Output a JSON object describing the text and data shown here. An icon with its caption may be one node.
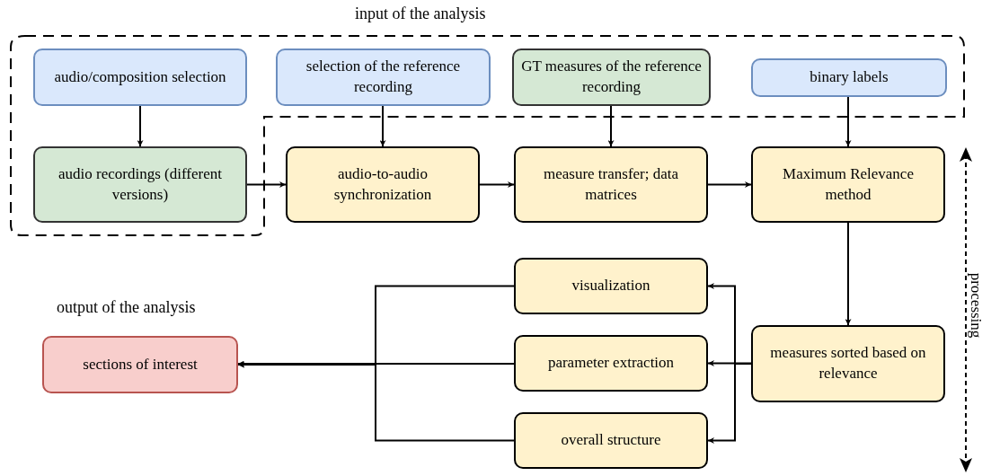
{
  "diagram": {
    "nodes": [
      {
        "text": [
          "audio/composition selection"
        ]
      },
      {
        "text": [
          "selection of the reference recording"
        ]
      },
      {
        "text": [
          "GT measures of the reference recording"
        ]
      },
      {
        "text": [
          "binary labels"
        ]
      },
      {
        "text": [
          "audio recordings (different versions)"
        ]
      },
      {
        "text": [
          "audio-to-audio synchronization"
        ]
      },
      {
        "text": [
          "measure transfer; data matrices"
        ]
      },
      {
        "text": [
          "Maximum Relevance method"
        ]
      },
      {
        "text": [
          "visualization"
        ]
      },
      {
        "text": [
          "parameter extraction"
        ]
      },
      {
        "text": [
          "overall structure"
        ]
      },
      {
        "text": [
          "measures sorted based on relevance"
        ]
      },
      {
        "text": [
          "sections of interest"
        ]
      }
    ],
    "edges": [
      {
        "from": 0,
        "to": 4,
        "arrow": "to"
      },
      {
        "from": 1,
        "to": 5,
        "arrow": "to"
      },
      {
        "from": 2,
        "to": 6,
        "arrow": "to"
      },
      {
        "from": 3,
        "to": 7,
        "arrow": "to"
      },
      {
        "from": 4,
        "to": 5,
        "arrow": "to"
      },
      {
        "from": 5,
        "to": 6,
        "arrow": "to"
      },
      {
        "from": 6,
        "to": 7,
        "arrow": "to"
      },
      {
        "from": 7,
        "to": 11,
        "arrow": "to"
      },
      {
        "from": 11,
        "to": 8,
        "arrow": "to"
      },
      {
        "from": 11,
        "to": 9,
        "arrow": "to"
      },
      {
        "from": 11,
        "to": 10,
        "arrow": "to"
      },
      {
        "from": 8,
        "to": 12,
        "arrow": "to"
      },
      {
        "from": 9,
        "to": 12,
        "arrow": "to"
      },
      {
        "from": 10,
        "to": 12,
        "arrow": "to"
      }
    ],
    "labels": [
      "input of the analysis",
      "output of the analysis",
      "processing"
    ]
  }
}
